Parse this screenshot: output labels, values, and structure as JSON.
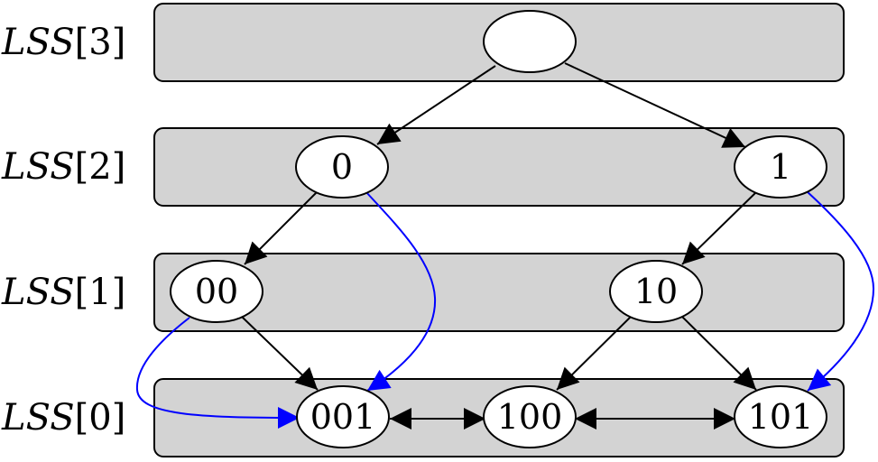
{
  "levels": [
    {
      "id": "lss3",
      "prefix": "LSS",
      "index": "[3]"
    },
    {
      "id": "lss2",
      "prefix": "LSS",
      "index": "[2]"
    },
    {
      "id": "lss1",
      "prefix": "LSS",
      "index": "[1]"
    },
    {
      "id": "lss0",
      "prefix": "LSS",
      "index": "[0]"
    }
  ],
  "nodes": [
    {
      "id": "root",
      "label": ""
    },
    {
      "id": "n0",
      "label": "0"
    },
    {
      "id": "n1",
      "label": "1"
    },
    {
      "id": "n00",
      "label": "00"
    },
    {
      "id": "n10",
      "label": "10"
    },
    {
      "id": "n001",
      "label": "001"
    },
    {
      "id": "n100",
      "label": "100"
    },
    {
      "id": "n101",
      "label": "101"
    }
  ],
  "edges": [
    {
      "from": "root",
      "to": "n0",
      "kind": "tree"
    },
    {
      "from": "root",
      "to": "n1",
      "kind": "tree"
    },
    {
      "from": "n0",
      "to": "n00",
      "kind": "tree"
    },
    {
      "from": "n1",
      "to": "n10",
      "kind": "tree"
    },
    {
      "from": "n00",
      "to": "n001",
      "kind": "tree"
    },
    {
      "from": "n10",
      "to": "n100",
      "kind": "tree"
    },
    {
      "from": "n10",
      "to": "n101",
      "kind": "tree"
    },
    {
      "from": "n0",
      "to": "n001",
      "kind": "blue"
    },
    {
      "from": "n00",
      "to": "n001",
      "kind": "blue"
    },
    {
      "from": "n1",
      "to": "n101",
      "kind": "blue"
    },
    {
      "from": "n001",
      "to": "n100",
      "kind": "bidirectional"
    },
    {
      "from": "n100",
      "to": "n101",
      "kind": "bidirectional"
    }
  ],
  "colors": {
    "band_fill": "#d3d3d3",
    "node_fill": "#ffffff",
    "tree_edge": "#000000",
    "link_edge": "#0000ff"
  }
}
